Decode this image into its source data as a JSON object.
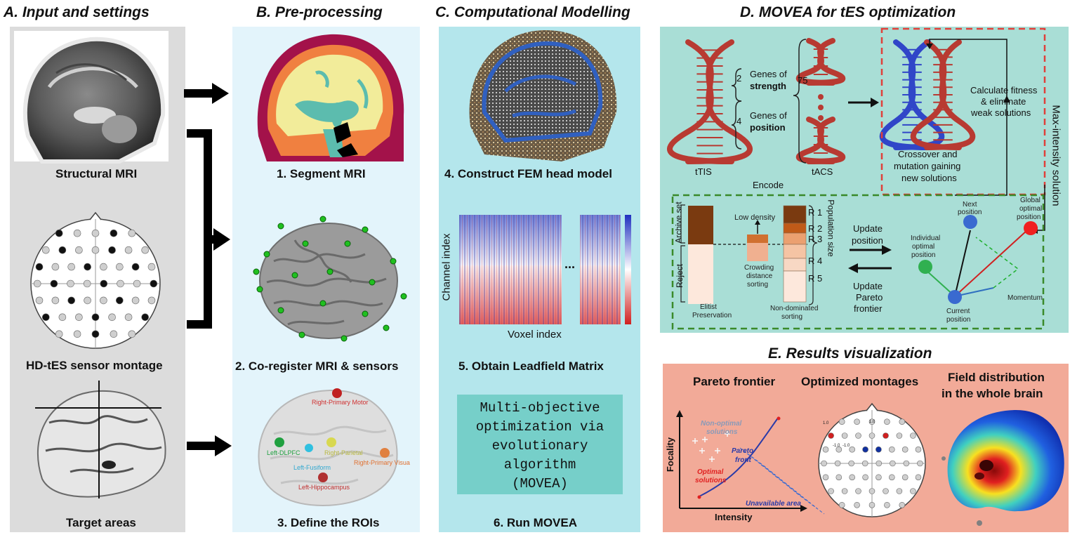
{
  "panel_a": {
    "title": "A. Input and settings",
    "captions": [
      "Structural MRI",
      "HD-tES sensor montage",
      "Target areas"
    ]
  },
  "panel_b": {
    "title": "B. Pre-processing",
    "captions": [
      "1. Segment MRI",
      "2. Co-register MRI & sensors",
      "3. Define the ROIs"
    ],
    "roi_labels": [
      "Right-Primary Motor",
      "Left-DLPFC",
      "Right-Parietal",
      "Left-Fusiform",
      "Right-Primary Visua",
      "Left-Hippocampus"
    ]
  },
  "panel_c": {
    "title": "C. Computational Modelling",
    "captions": [
      "4. Construct FEM head model",
      "5. Obtain Leadfield Matrix",
      "6. Run MOVEA"
    ],
    "matrix_ylabel": "Channel index",
    "matrix_xlabel": "Voxel index",
    "ellipsis": "...",
    "optimization_box": [
      "Multi-objective",
      "optimization via",
      "evolutionary",
      "algorithm",
      "(MOVEA)"
    ]
  },
  "panel_d": {
    "title": "D. MOVEA for tES optimization",
    "ttis": "tTIS",
    "tacs": "tACS",
    "encode": "Encode",
    "num_2": "2",
    "num_4": "4",
    "num_75": "75",
    "genes_of_1": "Genes of",
    "strength": "strength",
    "genes_of_2": "Genes of",
    "position": "position",
    "fitness": [
      "Calculate fitness",
      "& eliminate",
      "weak solutions"
    ],
    "crossover": [
      "Crossover and",
      "mutation gaining",
      "new solutions"
    ],
    "max_intensity": "Max-intensity solution",
    "archive_set": "Archive set",
    "reject": "Reject",
    "low_density": "Low density",
    "crowding": [
      "Crowding",
      "distance",
      "sorting"
    ],
    "elitist": [
      "Elitist",
      "Preservation"
    ],
    "non_dominated": [
      "Non-dominated",
      "sorting"
    ],
    "ranks": [
      "R 1",
      "R 2",
      "R 3",
      "R 4",
      "R 5"
    ],
    "population_size": "Population size",
    "update_position": [
      "Update",
      "position"
    ],
    "update_pareto": [
      "Update",
      "Pareto",
      "frontier"
    ],
    "next_position": [
      "Next",
      "position"
    ],
    "global_optimal": [
      "Global",
      "optimal",
      "position"
    ],
    "individual_optimal": [
      "Individual",
      "optimal",
      "position"
    ],
    "current_position": [
      "Current",
      "position"
    ],
    "momentum": "Momentum"
  },
  "panel_e": {
    "title": "E. Results visualization",
    "pareto_title": "Pareto frontier",
    "montage_title": "Optimized montages",
    "field_title": [
      "Field distribution",
      "in the whole brain"
    ],
    "non_optimal": [
      "Non-optimal",
      "solutions"
    ],
    "pareto_front": [
      "Pareto",
      "front"
    ],
    "optimal": [
      "Optimal",
      "solutions"
    ],
    "unavailable": "Unavailable area",
    "xlabel": "Intensity",
    "ylabel": "Focality",
    "electrode_values": [
      "1.0",
      "1.0",
      "-1.0",
      "-1.0"
    ]
  },
  "colors": {
    "panel_a_bg": "#dcdcdc",
    "panel_b_bg": "#e3f4fb",
    "panel_c_bg": "#b4e6ec",
    "panel_d_bg": "#a9ded6",
    "panel_e_bg": "#f2aa98",
    "dna_red": "#b83a32",
    "dna_blue": "#3046c8",
    "dashed_red": "#e0403a",
    "dashed_green": "#3a8a2a"
  }
}
